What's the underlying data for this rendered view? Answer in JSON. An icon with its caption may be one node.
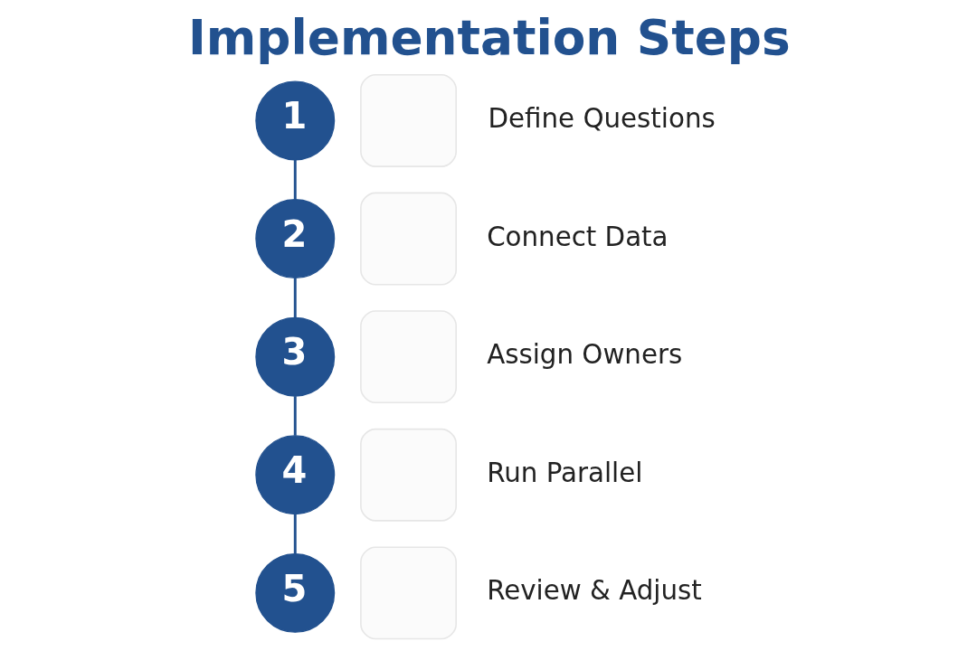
{
  "diagram": {
    "title": "Implementation Steps",
    "nodes": [
      {
        "text": [
          "1"
        ]
      },
      {
        "text": [],
        "shape": "box",
        "beside": [
          "Define Questions"
        ]
      },
      {
        "text": [
          "2"
        ]
      },
      {
        "text": [],
        "shape": "box",
        "beside": [
          "Connect Data"
        ]
      },
      {
        "text": [
          "3"
        ]
      },
      {
        "text": [],
        "shape": "box",
        "beside": [
          "Assign Owners"
        ]
      },
      {
        "text": [
          "4"
        ]
      },
      {
        "text": [],
        "shape": "box",
        "beside": [
          "Run Parallel"
        ]
      },
      {
        "text": [
          "5"
        ]
      },
      {
        "text": [],
        "shape": "box",
        "beside": [
          "Review & Adjust"
        ]
      }
    ],
    "edges": [
      {
        "from": 0,
        "to": 2,
        "arrow": "none"
      },
      {
        "from": 2,
        "to": 4,
        "arrow": "none"
      },
      {
        "from": 4,
        "to": 6,
        "arrow": "none"
      },
      {
        "from": 6,
        "to": 8,
        "arrow": "none"
      }
    ]
  }
}
